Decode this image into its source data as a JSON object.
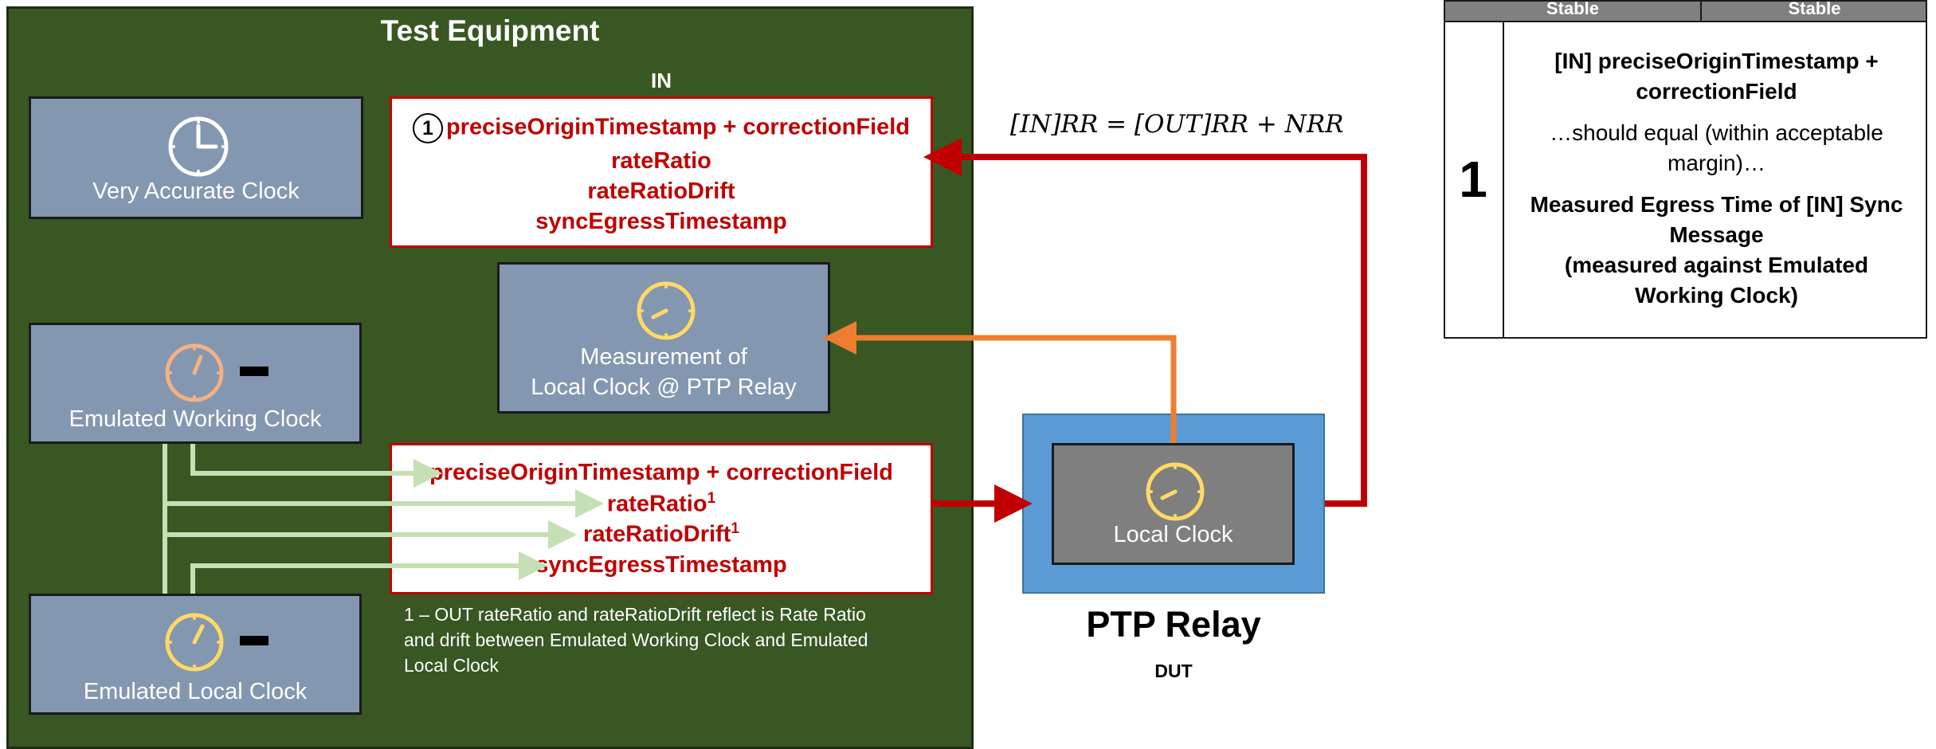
{
  "test_equipment": {
    "title": "Test Equipment",
    "in_label": "IN"
  },
  "clocks": {
    "very_accurate": "Very Accurate Clock",
    "emulated_working": "Emulated Working Clock",
    "emulated_local": "Emulated Local Clock",
    "measurement_line1": "Measurement of",
    "measurement_line2": "Local Clock @ PTP Relay",
    "local": "Local Clock"
  },
  "in_message": {
    "marker": "1",
    "fields": [
      "preciseOriginTimestamp + correctionField",
      "rateRatio",
      "rateRatioDrift",
      "syncEgressTimestamp"
    ]
  },
  "out_message": {
    "fields": [
      "preciseOriginTimestamp + correctionField",
      "rateRatio",
      "rateRatioDrift",
      "syncEgressTimestamp"
    ],
    "superscript": "1"
  },
  "footnote": {
    "line1": "1 – OUT rateRatio and rateRatioDrift reflect is Rate Ratio",
    "line2": "and drift between Emulated Working Clock and Emulated",
    "line3": "Local Clock"
  },
  "formula": "[IN]RR = [OUT]RR + NRR",
  "relay": {
    "title": "PTP Relay",
    "subtitle": "DUT"
  },
  "table": {
    "headers": [
      "Stable",
      "Stable"
    ],
    "row_number": "1",
    "line1": "[IN] preciseOriginTimestamp +",
    "line2": "correctionField",
    "line3": "…should equal (within acceptable",
    "line4": "margin)…",
    "line5": "Measured Egress Time of [IN] Sync",
    "line6": "Message",
    "line7": "(measured against Emulated",
    "line8": "Working Clock)"
  },
  "colors": {
    "panel": "#385723",
    "clock_box": "#8497b0",
    "message_red": "#c00000",
    "measurement_arrow": "#ed7d31",
    "relay_blue": "#5b9bd5",
    "feed_green": "#c5e0b4"
  }
}
